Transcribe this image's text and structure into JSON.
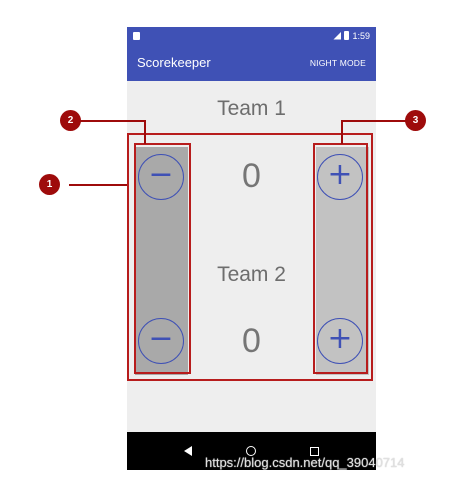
{
  "status_bar": {
    "time": "1:59"
  },
  "app_bar": {
    "title": "Scorekeeper",
    "action": "NIGHT MODE"
  },
  "team1": {
    "name": "Team 1",
    "score": "0",
    "decrease_label": "−",
    "increase_label": "+"
  },
  "team2": {
    "name": "Team 2",
    "score": "0",
    "decrease_label": "−",
    "increase_label": "+"
  },
  "callouts": [
    "1",
    "2",
    "3"
  ],
  "watermark": "https://blog.csdn.net/qq_39040714",
  "colors": {
    "primary": "#3f51b5",
    "callout": "#9e0b0b",
    "background": "#eeeeee"
  }
}
